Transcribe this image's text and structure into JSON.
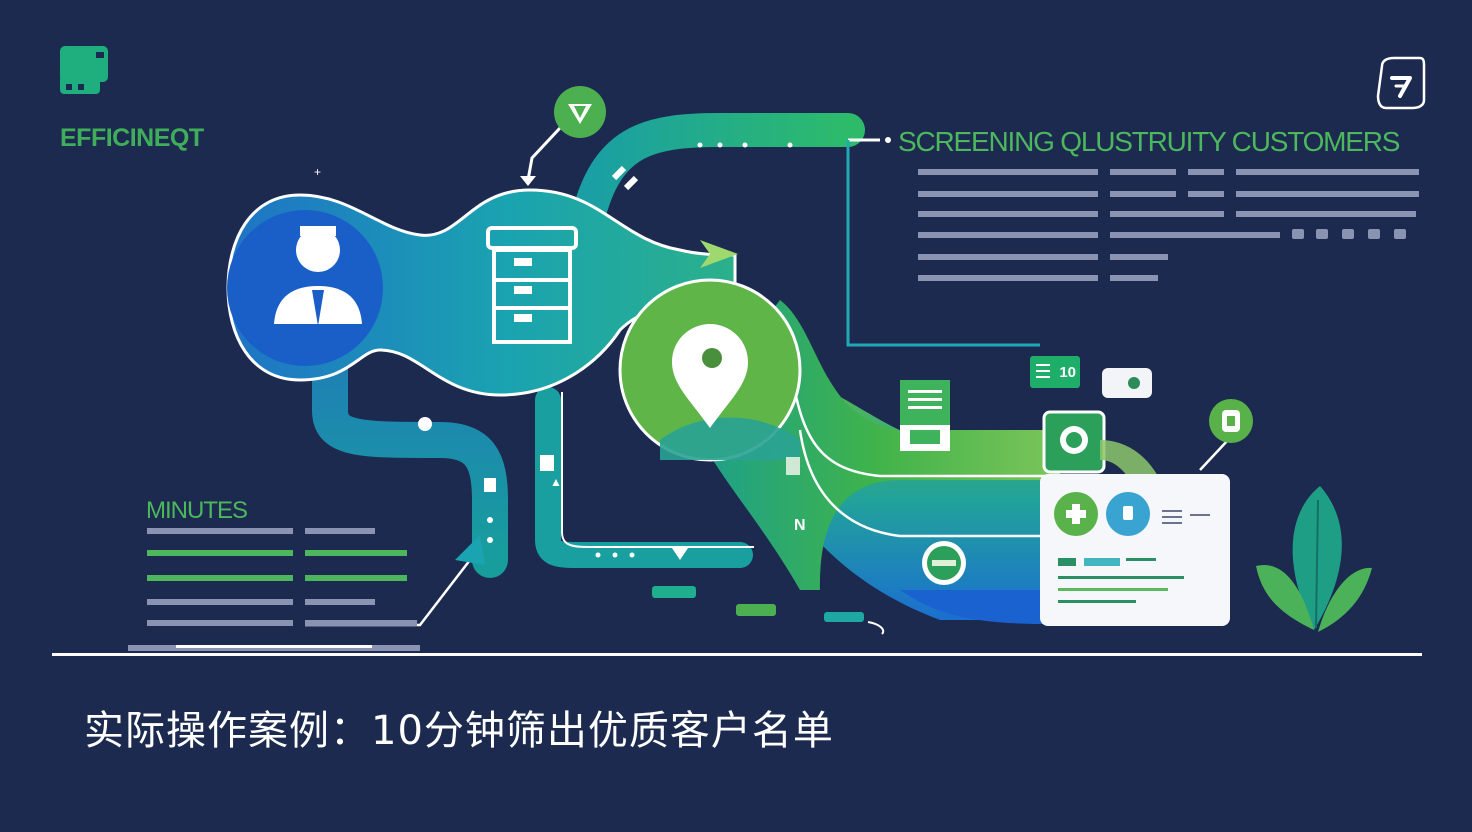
{
  "brand": {
    "text": "EFFICINEQT"
  },
  "header_right": {
    "title": "SCREENING QLUSTRUITY CUSTOMERS"
  },
  "left_panel": {
    "label": "MINUTES"
  },
  "badge": {
    "value": "10"
  },
  "caption": {
    "text": "实际操作案例：10分钟筛出优质客户名单"
  },
  "colors": {
    "background": "#1c2a4f",
    "accent_green": "#4cb75c",
    "accent_blue": "#1f5fcf",
    "accent_teal": "#1e9aa0",
    "line_gray": "#8b93b3"
  },
  "icons": [
    "logo-icon",
    "corner-arrow-icon",
    "user-icon",
    "server-icon",
    "location-pin-icon",
    "check-circle-icon",
    "leaf-icon",
    "badge-icon"
  ]
}
